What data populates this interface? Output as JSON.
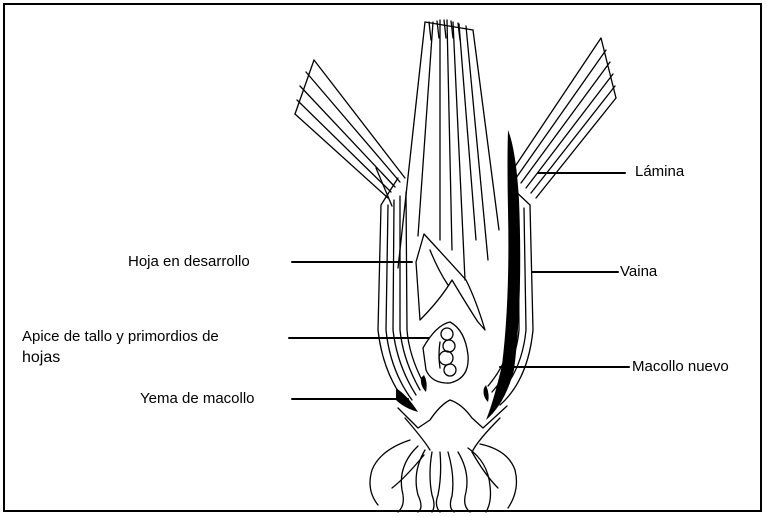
{
  "labels": {
    "lamina": "Lámina",
    "vaina": "Vaina",
    "macollo_nuevo": "Macollo nuevo",
    "hoja_desarrollo": "Hoja en desarrollo",
    "apice_line1": "Apice de tallo y primordios de",
    "apice_line2": "hojas",
    "yema": "Yema de macollo"
  },
  "colors": {
    "ink": "#000000",
    "background": "#ffffff"
  }
}
